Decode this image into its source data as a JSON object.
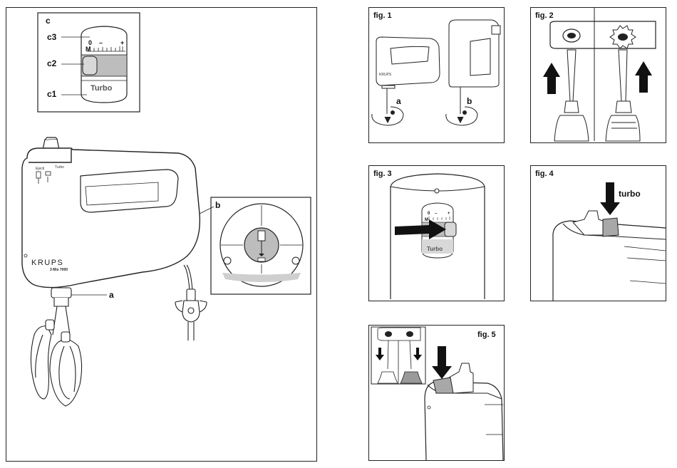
{
  "main_figure": {
    "dial": {
      "callout": "c",
      "labels": [
        "c3",
        "c2",
        "c1"
      ],
      "mark_m": "M",
      "mark_zero": "0",
      "mark_minus": "–",
      "mark_plus": "+",
      "turbo_text": "Turbo"
    },
    "body": {
      "brand": "KRUPS",
      "model": "3 Mix 7000",
      "button_texts": [
        "Ejecti",
        "Turbo"
      ],
      "callout_a": "a"
    },
    "detail": {
      "callout": "b"
    }
  },
  "figures": [
    {
      "label": "fig. 1",
      "callouts": [
        "a",
        "b"
      ]
    },
    {
      "label": "fig. 2"
    },
    {
      "label": "fig. 3",
      "mark_m": "M",
      "mark_zero": "0",
      "mark_minus": "–",
      "mark_plus": "+",
      "turbo_text": "Turbo"
    },
    {
      "label": "fig. 4",
      "callout": "turbo"
    },
    {
      "label": "fig. 5"
    }
  ]
}
